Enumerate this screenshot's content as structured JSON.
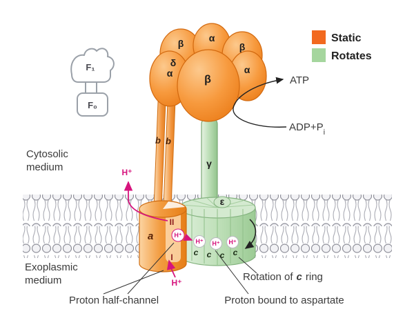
{
  "legend": {
    "static_label": "Static",
    "rotates_label": "Rotates",
    "static_color": "#F2691F",
    "rotates_color": "#A5D69E"
  },
  "inset": {
    "f1_label": "F₁",
    "f0_label": "F₀"
  },
  "regions": {
    "cytosolic_1": "Cytosolic",
    "cytosolic_2": "medium",
    "exoplasmic_1": "Exoplasmic",
    "exoplasmic_2": "medium"
  },
  "molecules": {
    "atp": "ATP",
    "adp_pre": "ADP+P",
    "adp_sub": "i",
    "h_plus": "H⁺"
  },
  "subunits": {
    "alpha": "α",
    "beta": "β",
    "gamma": "γ",
    "delta": "δ",
    "epsilon": "ε",
    "a": "a",
    "b": "b",
    "c": "c",
    "channel_2": "II",
    "channel_1": "I"
  },
  "callouts": {
    "proton_half_channel": "Proton half-channel",
    "proton_bound": "Proton bound to aspartate",
    "rotation_pre": "Rotation of",
    "rotation_c": "c",
    "rotation_post": "ring"
  }
}
